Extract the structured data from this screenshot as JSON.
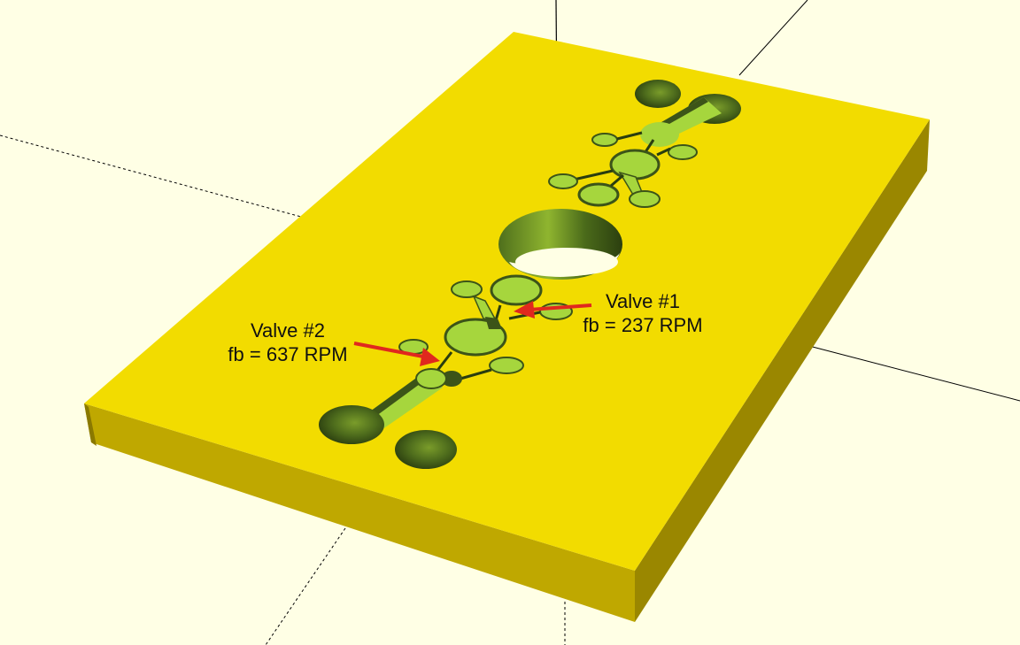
{
  "annotations": {
    "valve1": {
      "name": "Valve #1",
      "fb": "fb = 237 RPM"
    },
    "valve2": {
      "name": "Valve #2",
      "fb": "fb = 637 RPM"
    }
  },
  "colors": {
    "background": "#ffffe5",
    "plate_top": "#f2dc00",
    "plate_front": "#bfa800",
    "plate_side": "#9a8700",
    "channel_floor": "#a6d63d",
    "hole_shadow": "#3c5418",
    "arrow": "#e0281e",
    "axis": "#000000"
  },
  "icons": {
    "arrow_valve1": "red-arrow-left",
    "arrow_valve2": "red-arrow-right"
  }
}
